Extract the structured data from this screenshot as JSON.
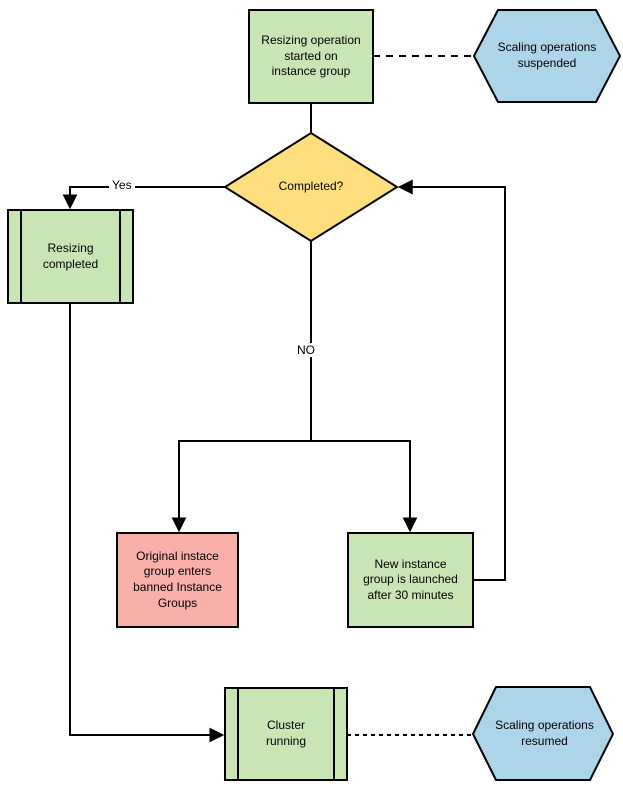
{
  "diagram": {
    "colors": {
      "process_green": "#C9E5B4",
      "decision_yellow": "#FFDE7D",
      "terminal_blue": "#ACD5EA",
      "error_red": "#F8B0A9",
      "stroke_black": "#000000",
      "background_white": "#FFFFFF"
    },
    "nodes": {
      "resize_start": {
        "label": "Resizing operation\nstarted on\ninstance group",
        "type": "process",
        "fill": "#C9E5B4"
      },
      "scaling_suspended": {
        "label": "Scaling operations\nsuspended",
        "type": "hexagon",
        "fill": "#ACD5EA"
      },
      "completed_decision": {
        "label": "Completed?",
        "type": "decision",
        "fill": "#FFDE7D"
      },
      "resizing_completed": {
        "label": "Resizing\ncompleted",
        "type": "predefined-process",
        "fill": "#C9E5B4"
      },
      "banned_groups": {
        "label": "Original instace\ngroup enters\nbanned Instance\nGroups",
        "type": "process",
        "fill": "#F8B0A9"
      },
      "new_instance_group": {
        "label": "New instance\ngroup is launched\nafter 30 minutes",
        "type": "process",
        "fill": "#C9E5B4"
      },
      "cluster_running": {
        "label": "Cluster\nrunning",
        "type": "predefined-process",
        "fill": "#C9E5B4"
      },
      "scaling_resumed": {
        "label": "Scaling operations\nresumed",
        "type": "hexagon",
        "fill": "#ACD5EA"
      }
    },
    "edge_labels": {
      "yes": "Yes",
      "no": "NO"
    }
  }
}
